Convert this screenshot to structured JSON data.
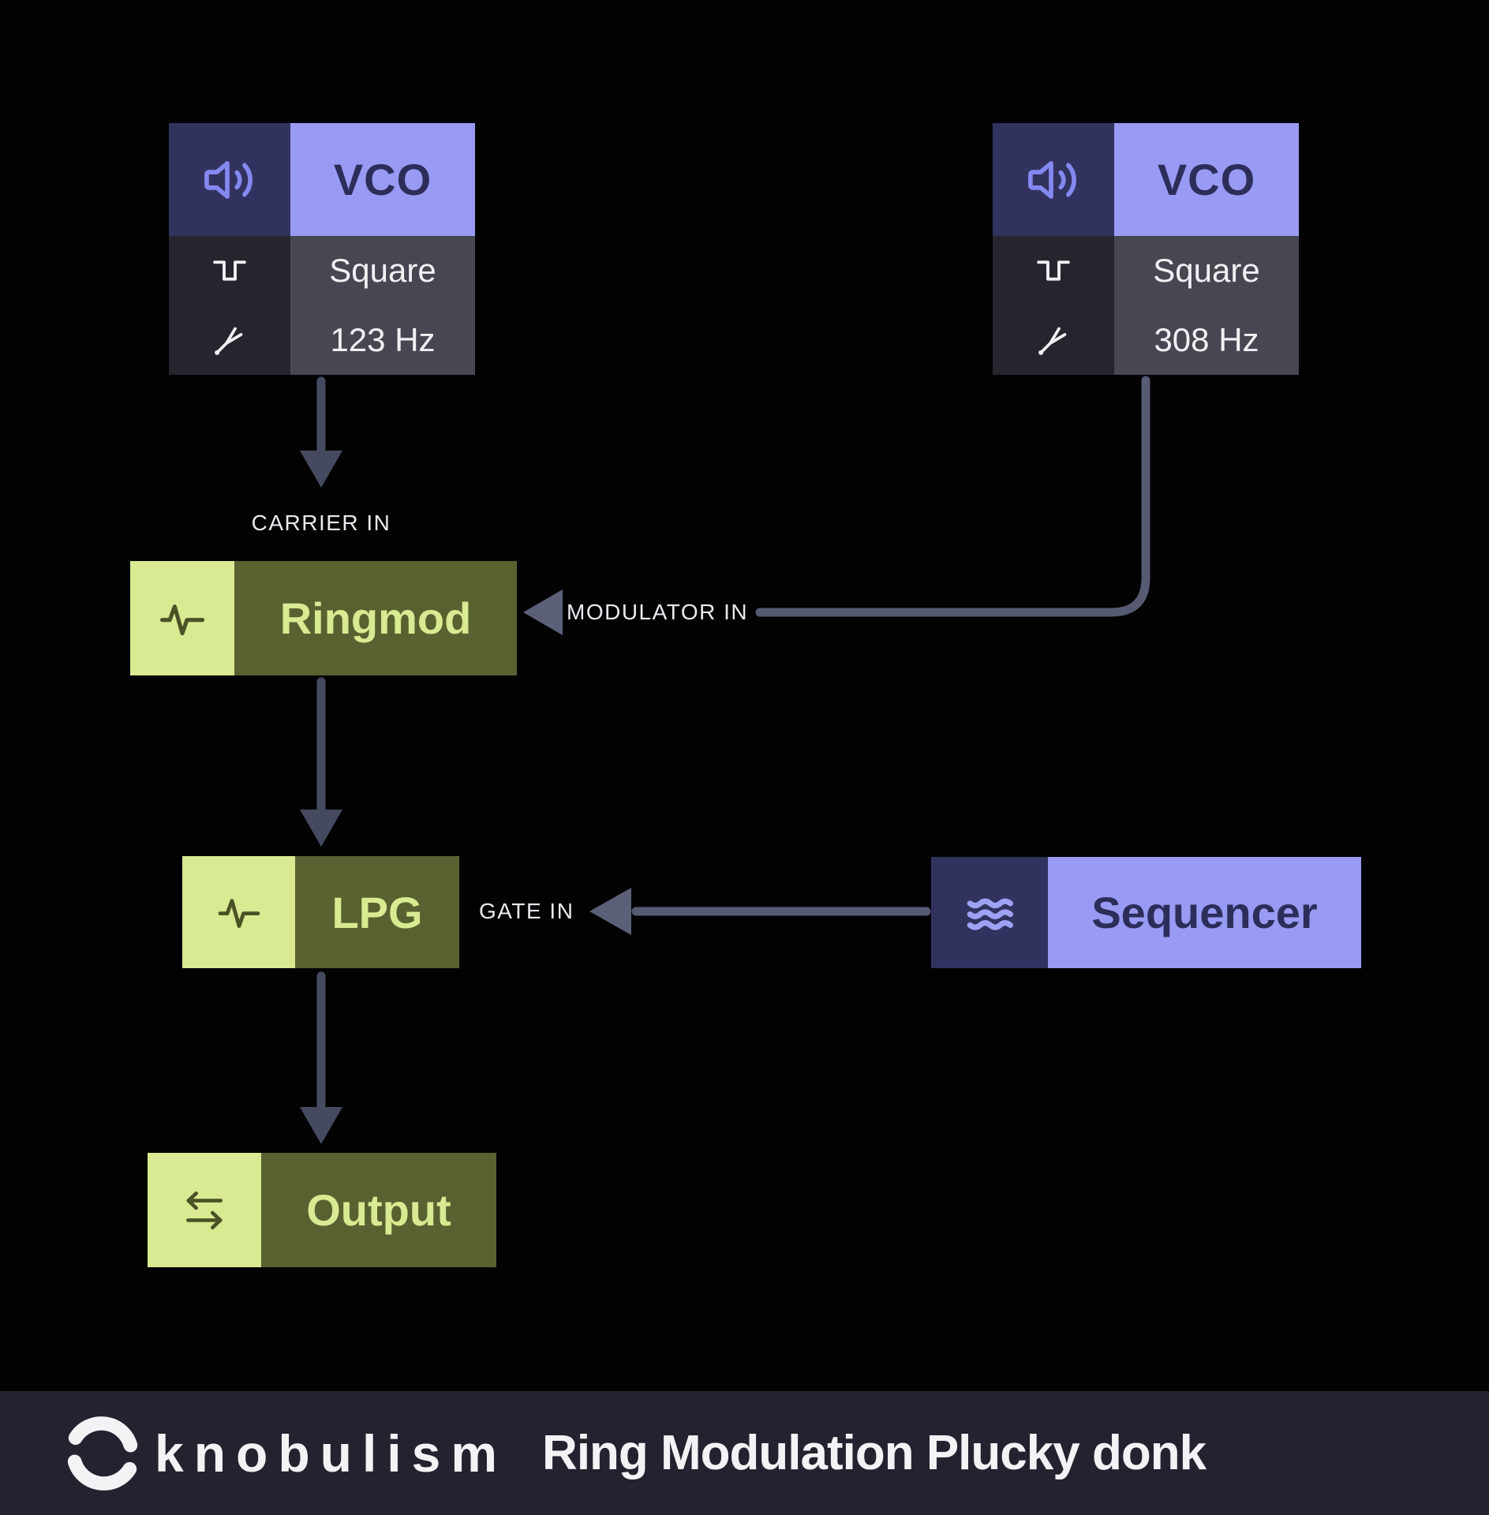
{
  "modules": {
    "vco1": {
      "title": "VCO",
      "header_icon": "speaker-icon",
      "rows": [
        {
          "icon": "square-wave-icon",
          "value": "Square"
        },
        {
          "icon": "tuning-fork-icon",
          "value": "123 Hz"
        }
      ]
    },
    "vco2": {
      "title": "VCO",
      "header_icon": "speaker-icon",
      "rows": [
        {
          "icon": "square-wave-icon",
          "value": "Square"
        },
        {
          "icon": "tuning-fork-icon",
          "value": "308 Hz"
        }
      ]
    },
    "ringmod": {
      "title": "Ringmod",
      "icon": "pulse-icon"
    },
    "lpg": {
      "title": "LPG",
      "icon": "pulse-icon"
    },
    "sequencer": {
      "title": "Sequencer",
      "icon": "waves-icon"
    },
    "output": {
      "title": "Output",
      "icon": "transfer-arrows-icon"
    }
  },
  "connection_labels": {
    "carrier_in": "CARRIER IN",
    "modulator_in": "MODULATOR IN",
    "gate_in": "GATE IN"
  },
  "footer": {
    "brand": "knobulism",
    "logo": "knob-swirl-logo",
    "patch_title": "Ring Modulation Plucky donk"
  },
  "colors": {
    "background": "#020203",
    "module_purple": "#989af3",
    "module_navy": "#32325f",
    "title_navy_text": "#2d2d5a",
    "speaker_icon_purple": "#8588ef",
    "row_icon_bg": "#25252d",
    "row_value_bg": "#474752",
    "row_text": "#f1f1f4",
    "green_light": "#d8ea92",
    "green_olive": "#5a6130",
    "green_icon_stroke": "#4b5226",
    "wire_dark": "#464a60",
    "wire_light": "#5b5f78",
    "label_text": "#e9eaef",
    "footer_bg": "#232330",
    "footer_text": "#f3f3f6"
  }
}
